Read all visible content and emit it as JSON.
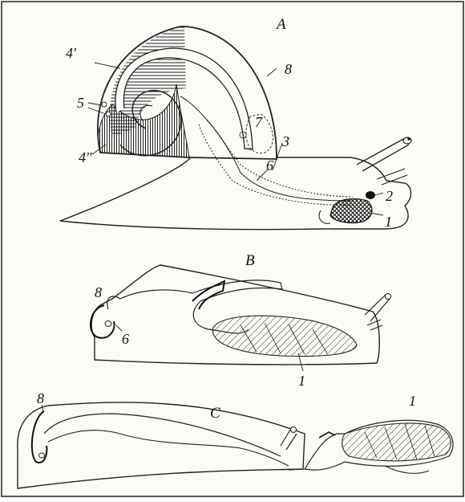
{
  "panels": {
    "A": {
      "letter": "A",
      "labels": {
        "l1": "1",
        "l2": "2",
        "l3": "3",
        "l4a": "4′",
        "l4b": "4″",
        "l5": "5",
        "l6": "6",
        "l7": "7",
        "l8": "8"
      }
    },
    "B": {
      "letter": "B",
      "labels": {
        "l1": "1",
        "l6": "6",
        "l8": "8"
      }
    },
    "C": {
      "letter": "C",
      "labels": {
        "l1": "1",
        "l8": "8"
      }
    }
  }
}
